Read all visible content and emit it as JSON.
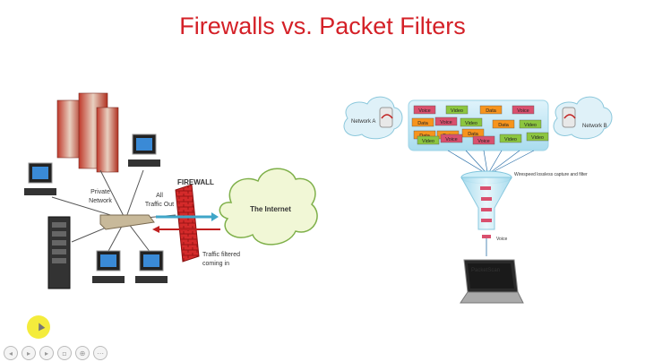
{
  "slide": {
    "title": "Firewalls vs. Packet Filters"
  },
  "left_diagram": {
    "private_network": "Private\nNetwork",
    "traffic_out": "All\nTraffic Out",
    "firewall": "FIREWALL",
    "internet": "The Internet",
    "traffic_in": "Traffic filtered\ncoming in"
  },
  "right_diagram": {
    "network_a": "Network A",
    "network_b": "Network B",
    "capture": "Wirespeed lossless capture and filter",
    "voice_out": "Voice",
    "laptop_brand": "PacketScan",
    "packets": [
      {
        "label": "Voice",
        "color": "#d9506e"
      },
      {
        "label": "Video",
        "color": "#8cc63f"
      },
      {
        "label": "Data",
        "color": "#f7941d"
      },
      {
        "label": "Voice",
        "color": "#d9506e"
      },
      {
        "label": "Data",
        "color": "#f7941d"
      },
      {
        "label": "Voice",
        "color": "#d9506e"
      },
      {
        "label": "Video",
        "color": "#8cc63f"
      },
      {
        "label": "Data",
        "color": "#f7941d"
      },
      {
        "label": "Video",
        "color": "#8cc63f"
      },
      {
        "label": "Data",
        "color": "#f7941d"
      },
      {
        "label": "Data",
        "color": "#f7941d"
      },
      {
        "label": "Data",
        "color": "#f7941d"
      },
      {
        "label": "Video",
        "color": "#8cc63f"
      },
      {
        "label": "Voice",
        "color": "#d9506e"
      },
      {
        "label": "Voice",
        "color": "#d9506e"
      },
      {
        "label": "Video",
        "color": "#8cc63f"
      },
      {
        "label": "Video",
        "color": "#8cc63f"
      }
    ]
  },
  "player": {
    "icons": [
      "prev-icon",
      "play-icon",
      "next-icon",
      "slides-icon",
      "zoom-icon",
      "more-icon"
    ]
  }
}
